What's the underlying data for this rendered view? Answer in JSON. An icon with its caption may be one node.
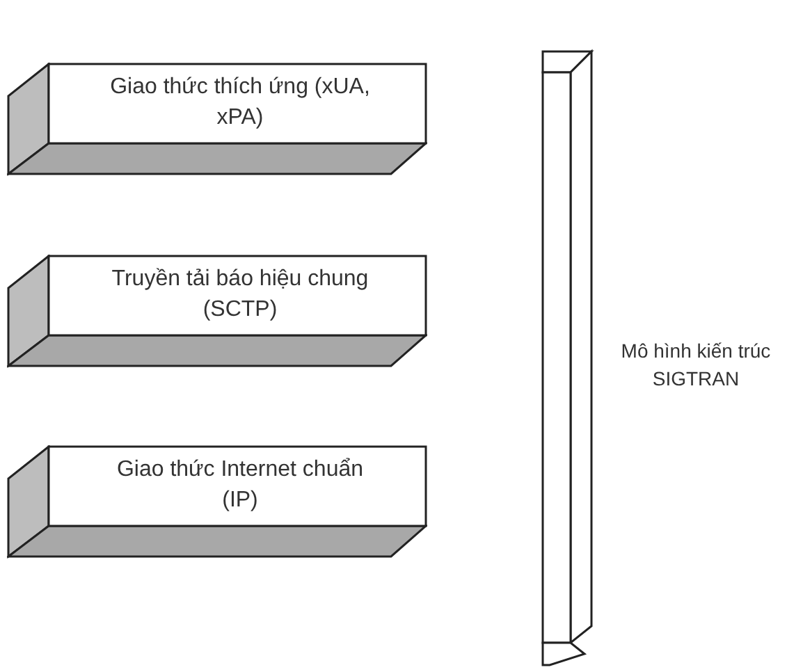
{
  "diagram": {
    "nodes": [
      {
        "text": [
          "Giao thức thích ứng (xUA, xPA)"
        ]
      },
      {
        "text": [
          "Truyền tải báo hiệu chung (SCTP)"
        ]
      },
      {
        "text": [
          "Giao thức Internet chuẩn (IP)"
        ]
      }
    ],
    "labels": [
      "Mô hình kiến trúc SIGTRAN"
    ]
  }
}
